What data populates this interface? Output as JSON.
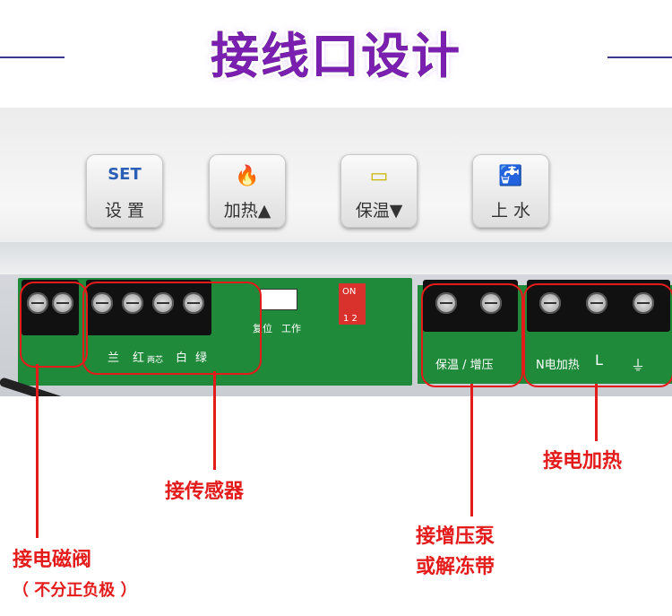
{
  "header": {
    "title": "接线口设计"
  },
  "keys": [
    {
      "icon_text": "SET",
      "label": "设 置"
    },
    {
      "icon_text": "🔥",
      "label": "加热▲"
    },
    {
      "icon_text": "▭",
      "label": "保温▼"
    },
    {
      "icon_text": "🚰",
      "label": "上 水"
    }
  ],
  "pcb": {
    "left_labels": [
      "兰",
      "红",
      "两芯",
      "白",
      "绿"
    ],
    "switch_labels": [
      "复位",
      "工作"
    ],
    "dip_labels": [
      "ON",
      "1 2"
    ],
    "right_labels": [
      "保温 / 增压",
      "N电加热",
      "L"
    ]
  },
  "callouts": {
    "valve": "接电磁阀",
    "valve_note": "（ 不分正负极 ）",
    "sensor": "接传感器",
    "pump_line1": "接增压泵",
    "pump_line2": "或解冻带",
    "heater": "接电加热"
  },
  "colors": {
    "title": "#7a1fb0",
    "callout": "#e41b1b",
    "pcb": "#1f8a3a"
  }
}
